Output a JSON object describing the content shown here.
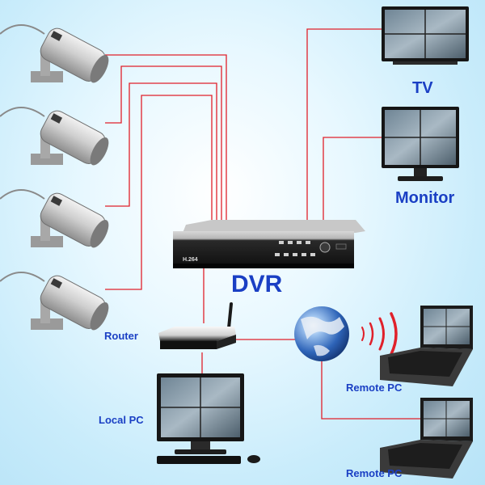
{
  "labels": {
    "tv": "TV",
    "monitor": "Monitor",
    "dvr": "DVR",
    "dvr_badge": "H.264",
    "router": "Router",
    "local_pc": "Local PC",
    "remote_pc_1": "Remote PC",
    "remote_pc_2": "Remote PC"
  },
  "colors": {
    "label_text": "#1a3fc4",
    "connection_line": "#e0202a",
    "background": "#c9ecfb"
  },
  "icons": {
    "camera": "cctv-camera-icon",
    "dvr": "dvr-recorder-icon",
    "tv": "tv-screen-icon",
    "monitor": "monitor-icon",
    "router": "wifi-router-icon",
    "globe": "internet-globe-icon",
    "laptop": "laptop-icon",
    "wireless": "wireless-signal-icon",
    "desktop": "desktop-pc-icon"
  }
}
